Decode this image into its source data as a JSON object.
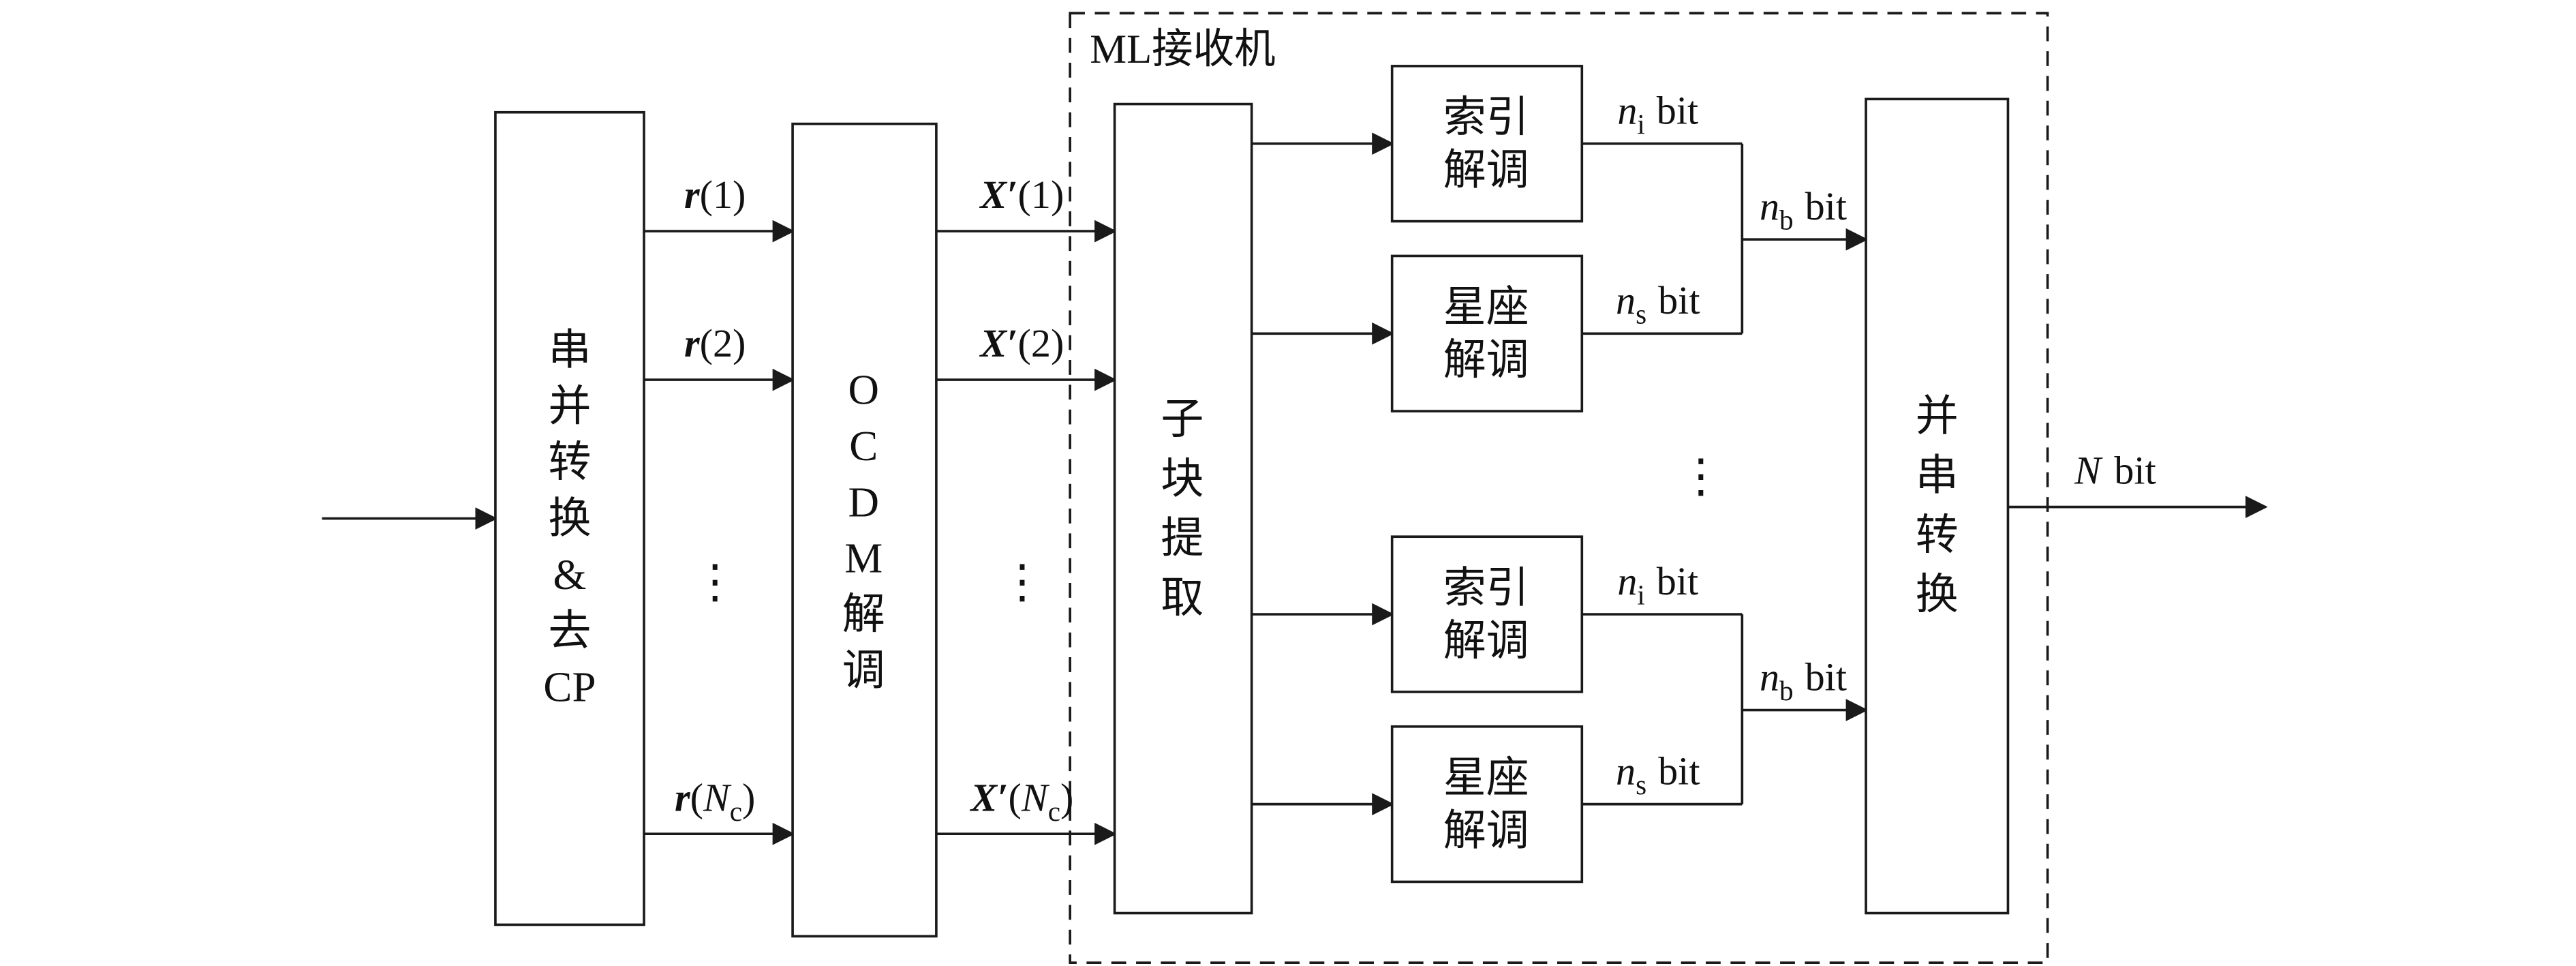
{
  "figure": {
    "receiver_label": "ML接收机",
    "colors": {
      "line": "#1a1a1a",
      "background": "#ffffff"
    },
    "blocks": {
      "serial_parallel": [
        "串",
        "并",
        "转",
        "换",
        "&",
        "去",
        "CP"
      ],
      "ocdm_demod": [
        "O",
        "C",
        "D",
        "M",
        "解",
        "调"
      ],
      "subblock": [
        "子",
        "块",
        "提",
        "取"
      ],
      "index_demod_top": [
        "索引",
        "解调"
      ],
      "const_demod_top": [
        "星座",
        "解调"
      ],
      "index_demod_bot": [
        "索引",
        "解调"
      ],
      "const_demod_bot": [
        "星座",
        "解调"
      ],
      "parallel_serial": [
        "并",
        "串",
        "转",
        "换"
      ]
    },
    "labels": {
      "r1": {
        "var": "r",
        "rest": "(1)"
      },
      "r2": {
        "var": "r",
        "rest": "(2)"
      },
      "rNc": {
        "var": "r",
        "open": "(",
        "n": "N",
        "sub": "c",
        "close": ")"
      },
      "x1": {
        "var": "X′",
        "rest": "(1)"
      },
      "x2": {
        "var": "X′",
        "rest": "(2)"
      },
      "xNc": {
        "var": "X′",
        "open": "(",
        "n": "N",
        "sub": "c",
        "close": ")"
      },
      "ni": {
        "var": "n",
        "sub": "i",
        "unit": "bit"
      },
      "ns": {
        "var": "n",
        "sub": "s",
        "unit": "bit"
      },
      "nb": {
        "var": "n",
        "sub": "b",
        "unit": "bit"
      },
      "nOut": {
        "var": "N",
        "unit": "bit"
      },
      "vdots": "⋮"
    }
  }
}
